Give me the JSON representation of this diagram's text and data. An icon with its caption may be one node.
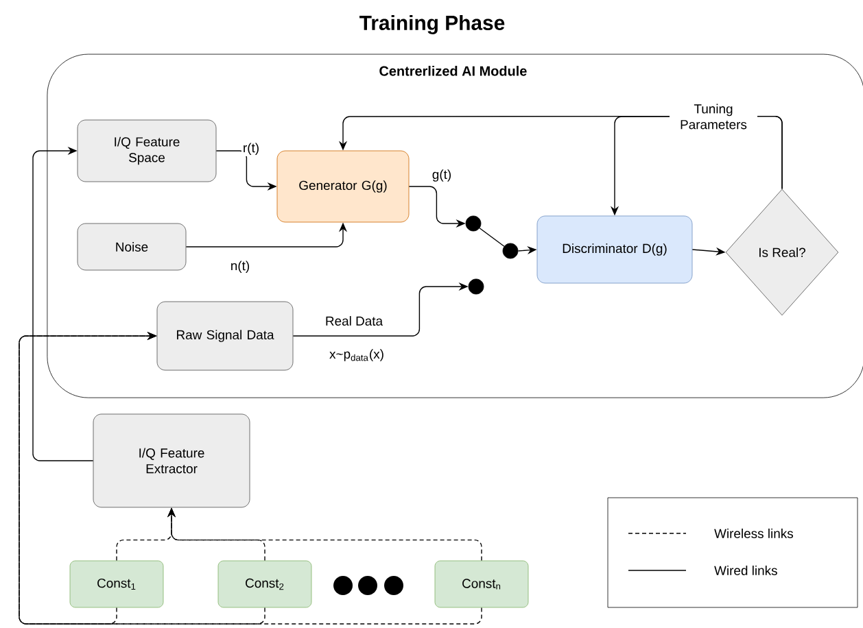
{
  "diagram": {
    "title": "Training Phase",
    "nodes": [
      {
        "text": [
          "Centrerlized AI Module"
        ]
      },
      {
        "text": [
          "I/Q Feature Space"
        ],
        "in": 0
      },
      {
        "text": [
          "Generator G(g)"
        ],
        "in": 0
      },
      {
        "text": [
          "Noise"
        ],
        "in": 0
      },
      {
        "text": [
          "Raw Signal Data"
        ],
        "in": 0
      },
      {
        "text": [],
        "shape": "circle",
        "in": 0
      },
      {
        "text": [],
        "shape": "circle",
        "in": 0
      },
      {
        "text": [],
        "shape": "circle",
        "in": 0
      },
      {
        "text": [
          "Discriminator D(g)"
        ],
        "in": 0
      },
      {
        "text": [
          "Is Real?"
        ],
        "in": 0
      },
      {
        "text": [
          "I/Q Feature Extractor"
        ]
      },
      {
        "text": [
          "Const$_{1}$"
        ]
      },
      {
        "text": [
          "Const$_{2}$"
        ]
      },
      {
        "text": [
          "Const$_{n}$"
        ]
      }
    ],
    "edges": [
      {
        "from": 1,
        "to": 2,
        "arrow": "to",
        "label": "r(t)"
      },
      {
        "from": 3,
        "to": 2,
        "arrow": "to",
        "label": "n(t)"
      },
      {
        "from": 2,
        "to": 5,
        "arrow": "to",
        "label": "g(t)"
      },
      {
        "from": 5,
        "to": 6,
        "arrow": "none"
      },
      {
        "from": 6,
        "to": 8,
        "arrow": "to"
      },
      {
        "from": 4,
        "to": 7,
        "arrow": "to",
        "label": "Real Data"
      },
      {
        "from": 8,
        "to": 9,
        "arrow": "to"
      },
      {
        "from": 9,
        "to": 8,
        "arrow": "to",
        "label": "Tuning Parameters"
      },
      {
        "from": 9,
        "to": 2,
        "arrow": "to"
      },
      {
        "from": 10,
        "to": 1,
        "arrow": "to"
      },
      {
        "from": 11,
        "to": 10,
        "arrow": "to",
        "style": "dashed"
      },
      {
        "from": 12,
        "to": 10,
        "arrow": "to",
        "style": "dashed"
      },
      {
        "from": 13,
        "to": 10,
        "arrow": "to",
        "style": "dashed"
      },
      {
        "from": 11,
        "to": 4,
        "arrow": "to",
        "style": "dashed"
      },
      {
        "from": 12,
        "to": 4,
        "arrow": "to",
        "style": "dashed"
      },
      {
        "from": 13,
        "to": 4,
        "arrow": "to",
        "style": "dashed"
      }
    ],
    "labels": [
      "x~p$_{data}$(x)"
    ],
    "legend": [
      {
        "text": "Wireless links"
      },
      {
        "text": "Wired links"
      }
    ]
  }
}
